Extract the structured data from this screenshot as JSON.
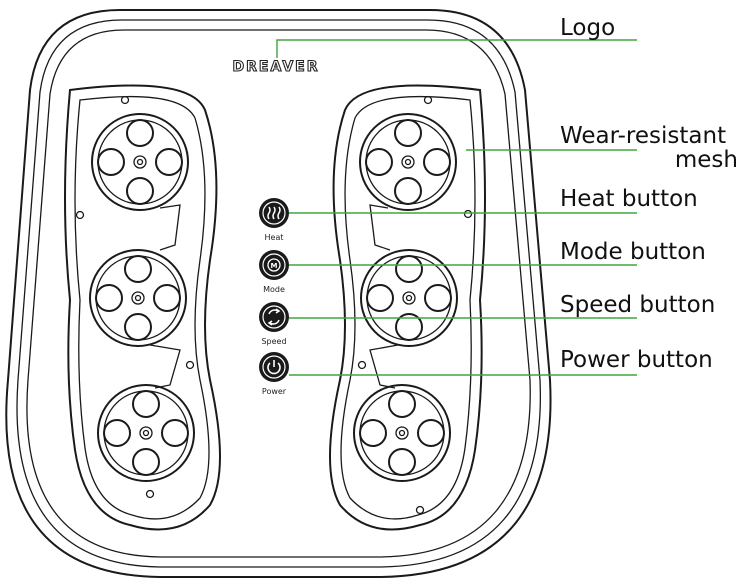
{
  "logo_text": "DREAVER",
  "callouts": {
    "logo": "Logo",
    "mesh_line1": "Wear-resistant",
    "mesh_line2": "mesh",
    "heat": "Heat button",
    "mode": "Mode button",
    "speed": "Speed button",
    "power": "Power button"
  },
  "buttons": {
    "heat": "Heat",
    "mode": "Mode",
    "speed": "Speed",
    "power": "Power"
  },
  "colors": {
    "leader_line": "#3ea63e",
    "outline": "#1a1a1a"
  },
  "icons": {
    "heat": "heat-waves-icon",
    "mode": "mode-icon",
    "speed": "speed-cycle-icon",
    "power": "power-icon"
  }
}
